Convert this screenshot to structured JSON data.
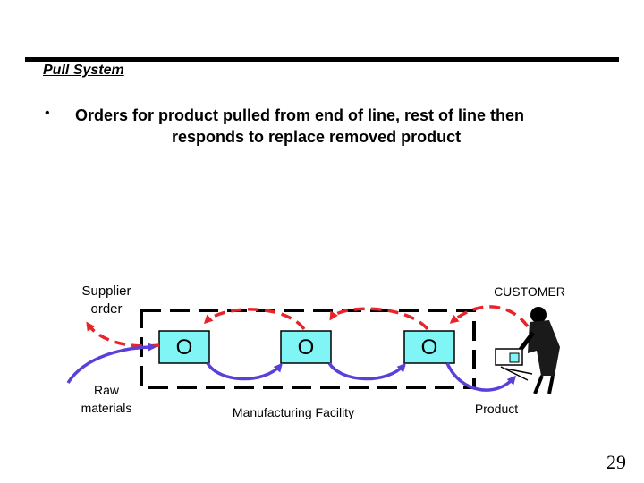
{
  "slide": {
    "title": "Pull System",
    "bullet_marker": "•",
    "bullet_line1": "Orders for product pulled from end of line, rest of line then",
    "bullet_line2": "responds to replace removed product",
    "page_number": "29"
  },
  "diagram": {
    "supplier_order_line1": "Supplier",
    "supplier_order_line2": "order",
    "raw_materials_line1": "Raw",
    "raw_materials_line2": "materials",
    "manufacturing_facility": "Manufacturing Facility",
    "customer": "CUSTOMER",
    "product": "Product",
    "station_labels": [
      "O",
      "O",
      "O"
    ],
    "colors": {
      "order_flow": "#e8242a",
      "material_flow": "#5a3fd8",
      "station_fill": "#7ff5f5",
      "facility_border": "#000000"
    }
  }
}
